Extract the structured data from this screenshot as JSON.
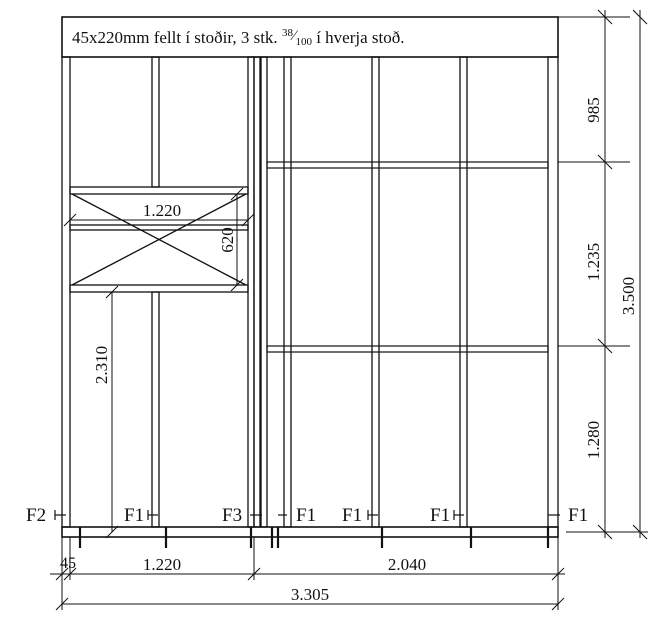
{
  "header": {
    "text_main": "45x220mm fellt í stoðir, 3 stk. ",
    "frac_num": "38",
    "frac_den": "100",
    "text_tail": " í hverja stoð."
  },
  "dimensions": {
    "right_top": "985",
    "right_mid": "1.235",
    "right_bottom": "1.280",
    "right_total": "3.500",
    "window_width": "1.220",
    "window_height": "620",
    "sill_height": "2.310",
    "bottom_first": "45",
    "bottom_left": "1.220",
    "bottom_right": "2.040",
    "bottom_total": "3.305"
  },
  "fasteners": {
    "f2": "F2",
    "f1_a": "F1",
    "f3": "F3",
    "f1_b": "F1",
    "f1_c": "F1",
    "f1_d": "F1",
    "f1_e": "F1"
  }
}
